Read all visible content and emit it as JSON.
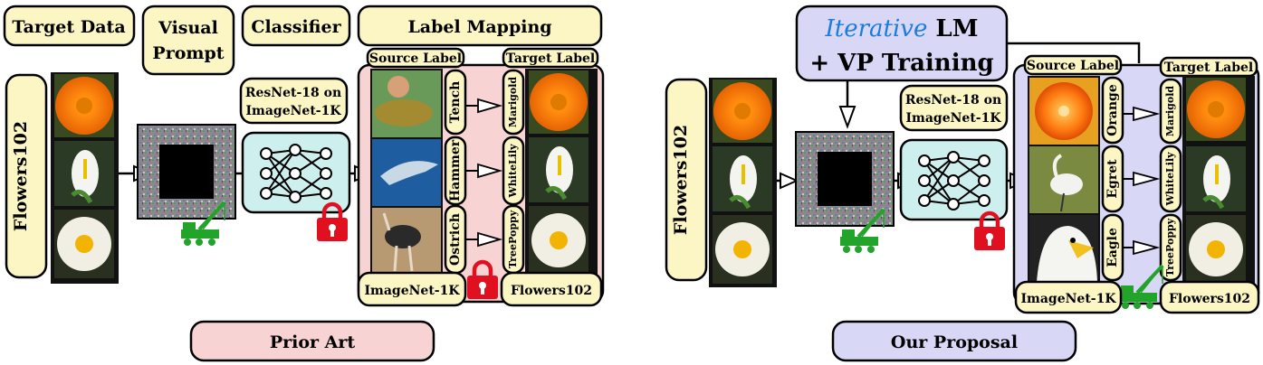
{
  "prior": {
    "headers": {
      "target_data": "Target Data",
      "visual_prompt_line1": "Visual",
      "visual_prompt_line2": "Prompt",
      "classifier": "Classifier",
      "label_mapping": "Label Mapping"
    },
    "dataset_label": "Flowers102",
    "model_line1": "ResNet-18 on",
    "model_line2": "ImageNet-1K",
    "source_label_header": "Source Label",
    "target_label_header": "Target Label",
    "source_labels": [
      "Tench",
      "Hammer",
      "Ostrich"
    ],
    "target_labels": [
      "Marigold",
      "WhiteLily",
      "TreePoppy"
    ],
    "source_dataset": "ImageNet-1K",
    "target_dataset": "Flowers102",
    "caption": "Prior Art",
    "caption_color": "#f8d3d3"
  },
  "proposal": {
    "title_italic": "Iterative",
    "title_rest": " LM",
    "title_line2": "+ VP Training",
    "title_color": "#d8d8f6",
    "italic_color": "#1a7be0",
    "dataset_label": "Flowers102",
    "model_line1": "ResNet-18 on",
    "model_line2": "ImageNet-1K",
    "source_label_header": "Source Label",
    "target_label_header": "Target Label",
    "source_labels": [
      "Orange",
      "Egret",
      "Eagle"
    ],
    "target_labels": [
      "Marigold",
      "WhiteLily",
      "TreePoppy"
    ],
    "source_dataset": "ImageNet-1K",
    "target_dataset": "Flowers102",
    "caption": "Our Proposal",
    "caption_color": "#d8d8f6"
  },
  "icons": {
    "lock": "lock-icon",
    "crane": "crane-icon",
    "network": "neural-network-icon"
  }
}
